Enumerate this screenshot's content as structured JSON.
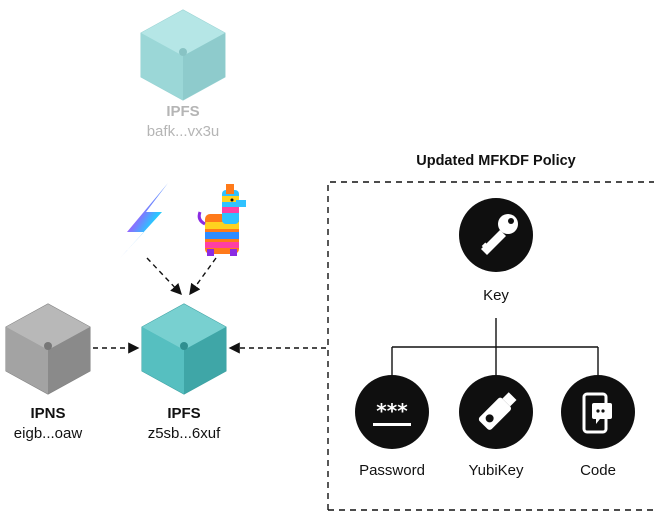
{
  "top_node": {
    "title": "IPFS",
    "cid": "bafk...vx3u"
  },
  "ipns_node": {
    "title": "IPNS",
    "cid": "eigb...oaw"
  },
  "ipfs_node": {
    "title": "IPFS",
    "cid": "z5sb...6xuf"
  },
  "policy": {
    "title": "Updated MFKDF Policy",
    "key_label": "Key",
    "factors": [
      {
        "label": "Password",
        "icon": "password-icon"
      },
      {
        "label": "YubiKey",
        "icon": "usb-key-icon"
      },
      {
        "label": "Code",
        "icon": "phone-code-icon"
      }
    ]
  },
  "colors": {
    "teal_cube": "#5ec4c6",
    "faded_cube": "#9fd8d8",
    "gray_cube": "#a5a5a5",
    "factor_circle": "#0f0f0f"
  }
}
